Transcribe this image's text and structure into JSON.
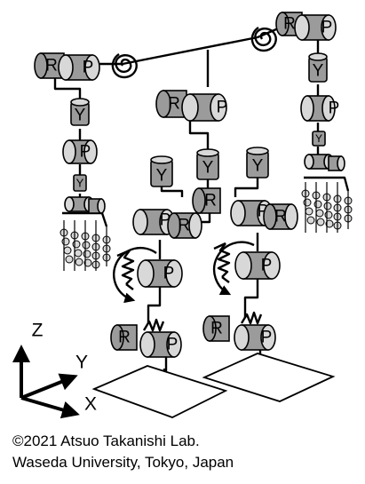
{
  "joint_labels": {
    "roll": "R",
    "pitch": "P",
    "yaw": "Y"
  },
  "axes": {
    "z": "Z",
    "y": "Y",
    "x": "X"
  },
  "credit": {
    "line1": "©2021 Atsuo Takanishi Lab.",
    "line2": "Waseda University, Tokyo, Japan"
  }
}
